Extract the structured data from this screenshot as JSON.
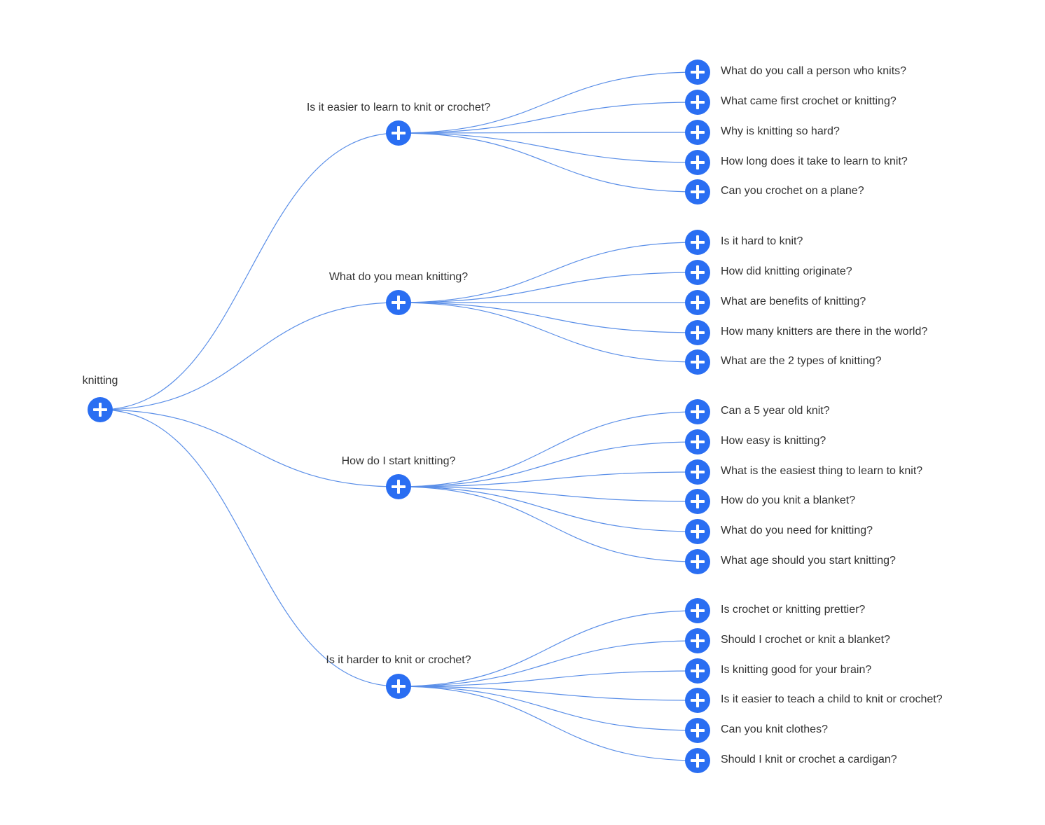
{
  "colors": {
    "node": "#2a6ef2",
    "link": "#5b8fe8",
    "text": "#333333"
  },
  "node_icon": "plus-circle-icon",
  "root": {
    "label": "knitting"
  },
  "groups": [
    {
      "label": "Is it easier to learn to knit or crochet?",
      "children": [
        "What do you call a person who knits?",
        "What came first crochet or knitting?",
        "Why is knitting so hard?",
        "How long does it take to learn to knit?",
        "Can you crochet on a plane?"
      ]
    },
    {
      "label": "What do you mean knitting?",
      "children": [
        "Is it hard to knit?",
        "How did knitting originate?",
        "What are benefits of knitting?",
        "How many knitters are there in the world?",
        "What are the 2 types of knitting?"
      ]
    },
    {
      "label": "How do I start knitting?",
      "children": [
        "Can a 5 year old knit?",
        "How easy is knitting?",
        "What is the easiest thing to learn to knit?",
        "How do you knit a blanket?",
        "What do you need for knitting?",
        "What age should you start knitting?"
      ]
    },
    {
      "label": "Is it harder to knit or crochet?",
      "children": [
        "Is crochet or knitting prettier?",
        "Should I crochet or knit a blanket?",
        "Is knitting good for your brain?",
        "Is it easier to teach a child to knit or crochet?",
        "Can you knit clothes?",
        "Should I knit or crochet a cardigan?"
      ]
    }
  ]
}
